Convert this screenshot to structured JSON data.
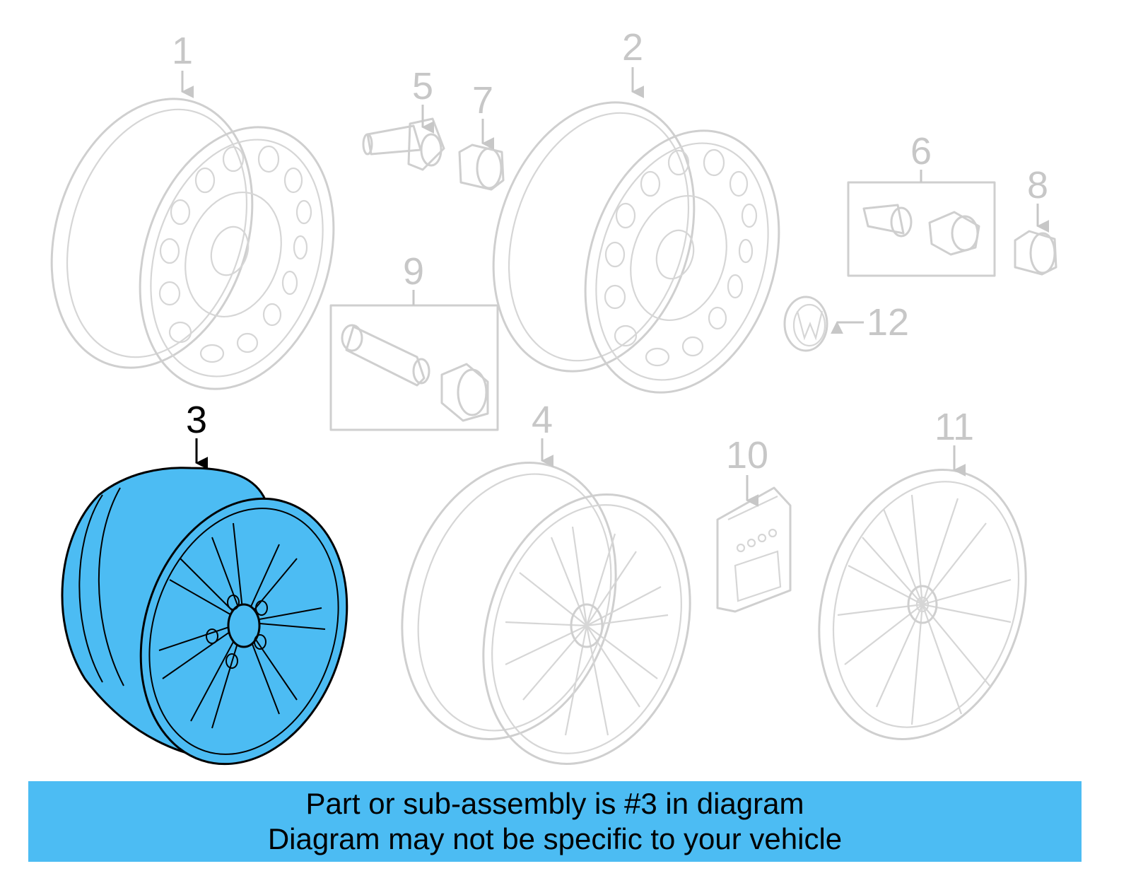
{
  "callouts": {
    "c1": "1",
    "c2": "2",
    "c3": "3",
    "c4": "4",
    "c5": "5",
    "c6": "6",
    "c7": "7",
    "c8": "8",
    "c9": "9",
    "c10": "10",
    "c11": "11",
    "c12": "12"
  },
  "highlighted_part": "3",
  "colors": {
    "highlight": "#4cbcf3",
    "ghost": "#cfcfcf",
    "outline_active": "#000000"
  },
  "banner": {
    "line1": "Part or sub-assembly is #3 in diagram",
    "line2": "Diagram may not be specific to your vehicle"
  }
}
